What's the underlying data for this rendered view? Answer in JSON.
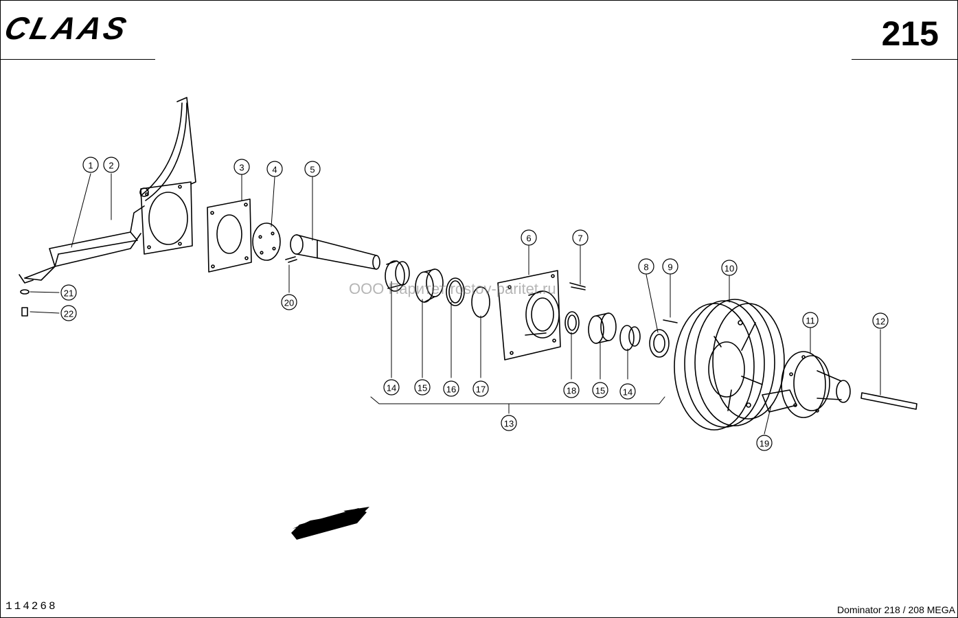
{
  "header": {
    "brand": "CLAAS",
    "page_number": "215"
  },
  "footer": {
    "drawing_number": "114268",
    "model": "Dominator 218 / 208 MEGA"
  },
  "watermark": "ООО Паритет  rostov-paritet.ru",
  "callouts": [
    "1",
    "2",
    "3",
    "4",
    "5",
    "6",
    "7",
    "8",
    "9",
    "10",
    "11",
    "12",
    "13",
    "14",
    "15",
    "16",
    "17",
    "14",
    "15",
    "18",
    "19",
    "20",
    "21",
    "22"
  ]
}
